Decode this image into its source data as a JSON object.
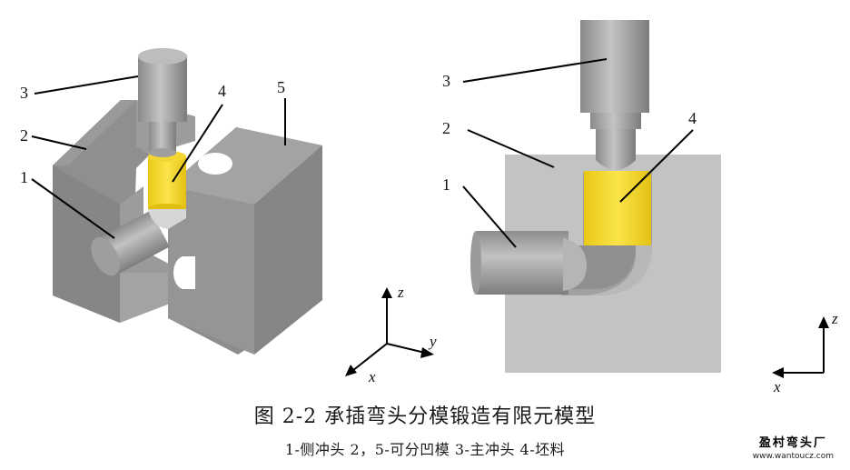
{
  "left_figure": {
    "labels": {
      "l1": "1",
      "l2": "2",
      "l3": "3",
      "l4": "4",
      "l5": "5"
    },
    "axes": {
      "z": "z",
      "y": "y",
      "x": "x"
    }
  },
  "right_figure": {
    "labels": {
      "l1": "1",
      "l2": "2",
      "l3": "3",
      "l4": "4"
    },
    "axes": {
      "z": "z",
      "x": "x"
    }
  },
  "caption": {
    "title": "图 2-2  承插弯头分模锻造有限元模型",
    "legend": "1-侧冲头  2，5-可分凹模  3-主冲头  4-坯料"
  },
  "watermark": {
    "name": "盈村弯头厂",
    "url": "www.wantoucz.com"
  },
  "colors": {
    "die": "#8e8e8e",
    "punch": "#a6a6a6",
    "billet": "#f3d82e",
    "background": "#ffffff"
  }
}
